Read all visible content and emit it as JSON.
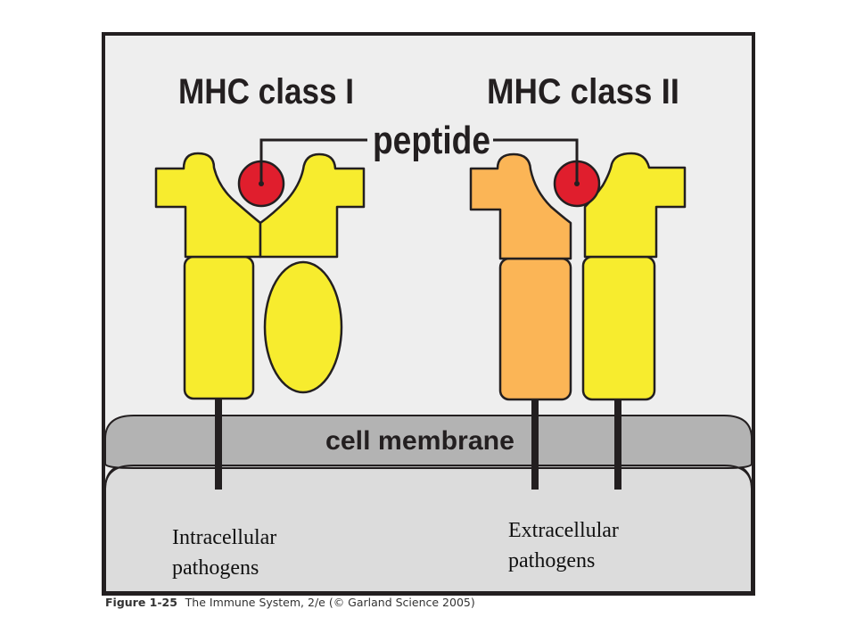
{
  "diagram": {
    "title_left": "MHC class I",
    "title_right": "MHC class II",
    "peptide_label": "peptide",
    "membrane_label": "cell membrane",
    "left_pathogens_line1": "Intracellular",
    "left_pathogens_line2": "pathogens",
    "right_pathogens_line1": "Extracellular",
    "right_pathogens_line2": "pathogens",
    "caption_figure": "Figure 1-25",
    "caption_text": "The Immune System, 2/e (© Garland Science 2005)"
  },
  "colors": {
    "yellow": "#f7ec2e",
    "orange": "#fbb556",
    "peptide_red": "#e01e2d",
    "membrane_top": "#b3b3b3",
    "membrane_body": "#dcdcdc",
    "panel_bg": "#eeeeee",
    "outline": "#231f20"
  }
}
